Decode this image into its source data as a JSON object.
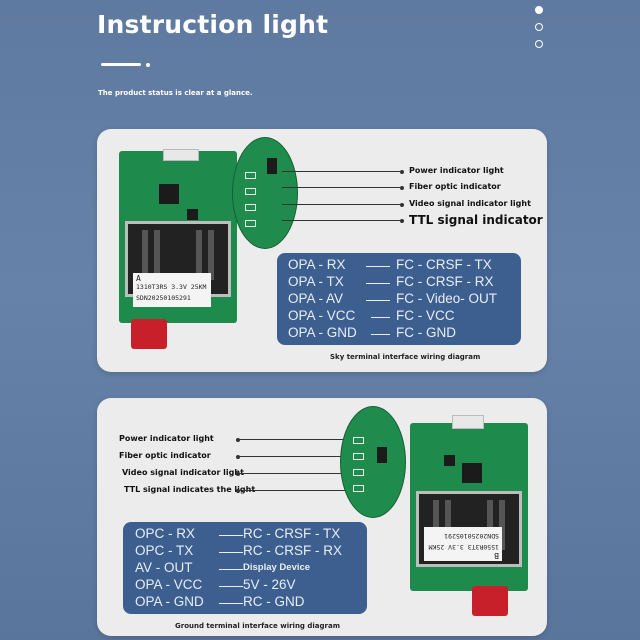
{
  "header": {
    "title": "Instruction light",
    "subtitle": "The product status is clear at a glance."
  },
  "sky_panel": {
    "indicators": [
      "Power indicator light",
      "Fiber optic indicator",
      "Video signal indicator light",
      "TTL signal indicator"
    ],
    "module_label": {
      "letter": "A",
      "line1": "1310T3RS 3.3V 25KM",
      "serial": "SDN20250105291"
    },
    "wiring": [
      {
        "left": "OPA - RX",
        "right": "FC - CRSF - TX"
      },
      {
        "left": "OPA - TX",
        "right": "FC - CRSF - RX"
      },
      {
        "left": "OPA - AV",
        "right": "FC - Video- OUT"
      },
      {
        "left": "OPA - VCC",
        "right": "FC - VCC"
      },
      {
        "left": "OPA - GND",
        "right": "FC - GND"
      }
    ],
    "caption": "Sky terminal interface wiring diagram"
  },
  "ground_panel": {
    "indicators": [
      "Power indicator light",
      "Fiber optic indicator",
      "Video signal indicator light",
      "TTL signal indicates the light"
    ],
    "module_label": {
      "letter": "B",
      "line1": "1550R3T3 3.3V 25KM",
      "serial": "SDN20250105291"
    },
    "wiring": [
      {
        "left": "OPC - RX",
        "right": "RC - CRSF - TX"
      },
      {
        "left": "OPC - TX",
        "right": "RC - CRSF - RX"
      },
      {
        "left": "AV - OUT",
        "right": "Display Device"
      },
      {
        "left": "OPA - VCC",
        "right": "5V - 26V"
      },
      {
        "left": "OPA - GND",
        "right": "RC - GND"
      }
    ],
    "caption": "Ground terminal interface wiring diagram"
  },
  "colors": {
    "background": "#6380a6",
    "card": "#ececec",
    "wiring_box": "#3d5f8f",
    "pcb": "#1e8a4c",
    "connector": "#c8202a"
  }
}
